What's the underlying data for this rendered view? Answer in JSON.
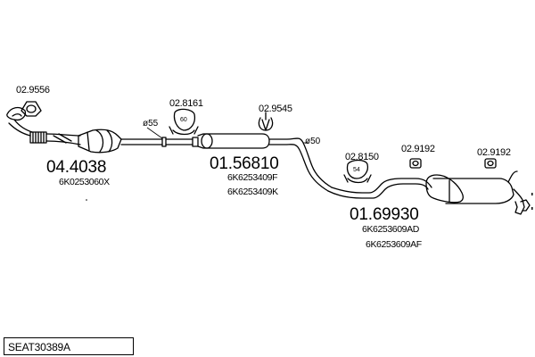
{
  "diagram": {
    "kit_id": "SEAT30389A",
    "parts": [
      {
        "part_no": "02.9556"
      },
      {
        "part_no": "04.4038",
        "refs": [
          "6K0253060X"
        ]
      },
      {
        "part_no": "02.8161"
      },
      {
        "part_no": "02.9545"
      },
      {
        "part_no": "01.56810",
        "refs": [
          "6K6253409F",
          "6K6253409K"
        ]
      },
      {
        "part_no": "02.8150"
      },
      {
        "part_no": "02.9192"
      },
      {
        "part_no": "02.9192"
      },
      {
        "part_no": "01.69930",
        "refs": [
          "6K6253609AD",
          "6K6253609AF"
        ]
      }
    ],
    "pipe_diameters": [
      "ø55",
      "ø50"
    ],
    "clamp_labels": [
      "60",
      "54"
    ]
  }
}
